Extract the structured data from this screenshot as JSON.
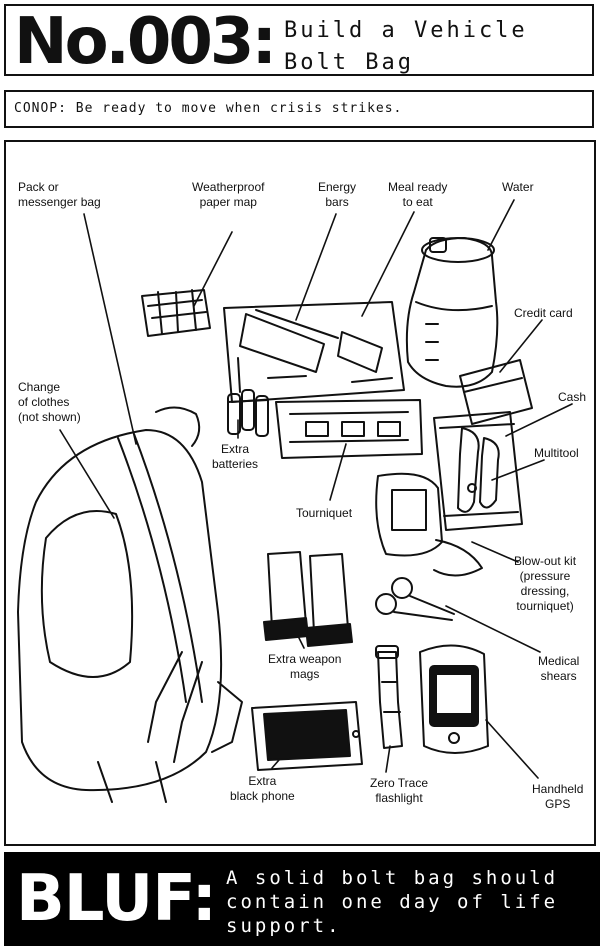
{
  "header": {
    "number": "No.003:",
    "title_line1": "Build a Vehicle",
    "title_line2": "Bolt Bag"
  },
  "conop": {
    "text": "CONOP: Be ready to move when crisis strikes."
  },
  "labels": {
    "pack": [
      "Pack or",
      "messenger bag"
    ],
    "map": [
      "Weatherproof",
      "paper map"
    ],
    "energy": [
      "Energy",
      "bars"
    ],
    "meal": [
      "Meal ready",
      "to eat"
    ],
    "water": [
      "Water"
    ],
    "credit": [
      "Credit card"
    ],
    "cash": [
      "Cash"
    ],
    "multitool": [
      "Multitool"
    ],
    "clothes": [
      "Change",
      "of clothes",
      "(not shown)"
    ],
    "batteries": [
      "Extra",
      "batteries"
    ],
    "tourniquet": [
      "Tourniquet"
    ],
    "blowout": [
      "Blow-out kit",
      "(pressure",
      "dressing,",
      "tourniquet)"
    ],
    "shears": [
      "Medical",
      "shears"
    ],
    "mags": [
      "Extra weapon",
      "mags"
    ],
    "phone": [
      "Extra",
      "black phone"
    ],
    "flashlight": [
      "Zero Trace",
      "flashlight"
    ],
    "gps": [
      "Handheld",
      "GPS"
    ]
  },
  "bluf": {
    "word": "BLUF:",
    "line1": "A solid bolt bag should",
    "line2": "contain one day of life",
    "line3": "support."
  },
  "colors": {
    "ink": "#111111",
    "paper": "#ffffff",
    "bluf_background": "#000000"
  }
}
